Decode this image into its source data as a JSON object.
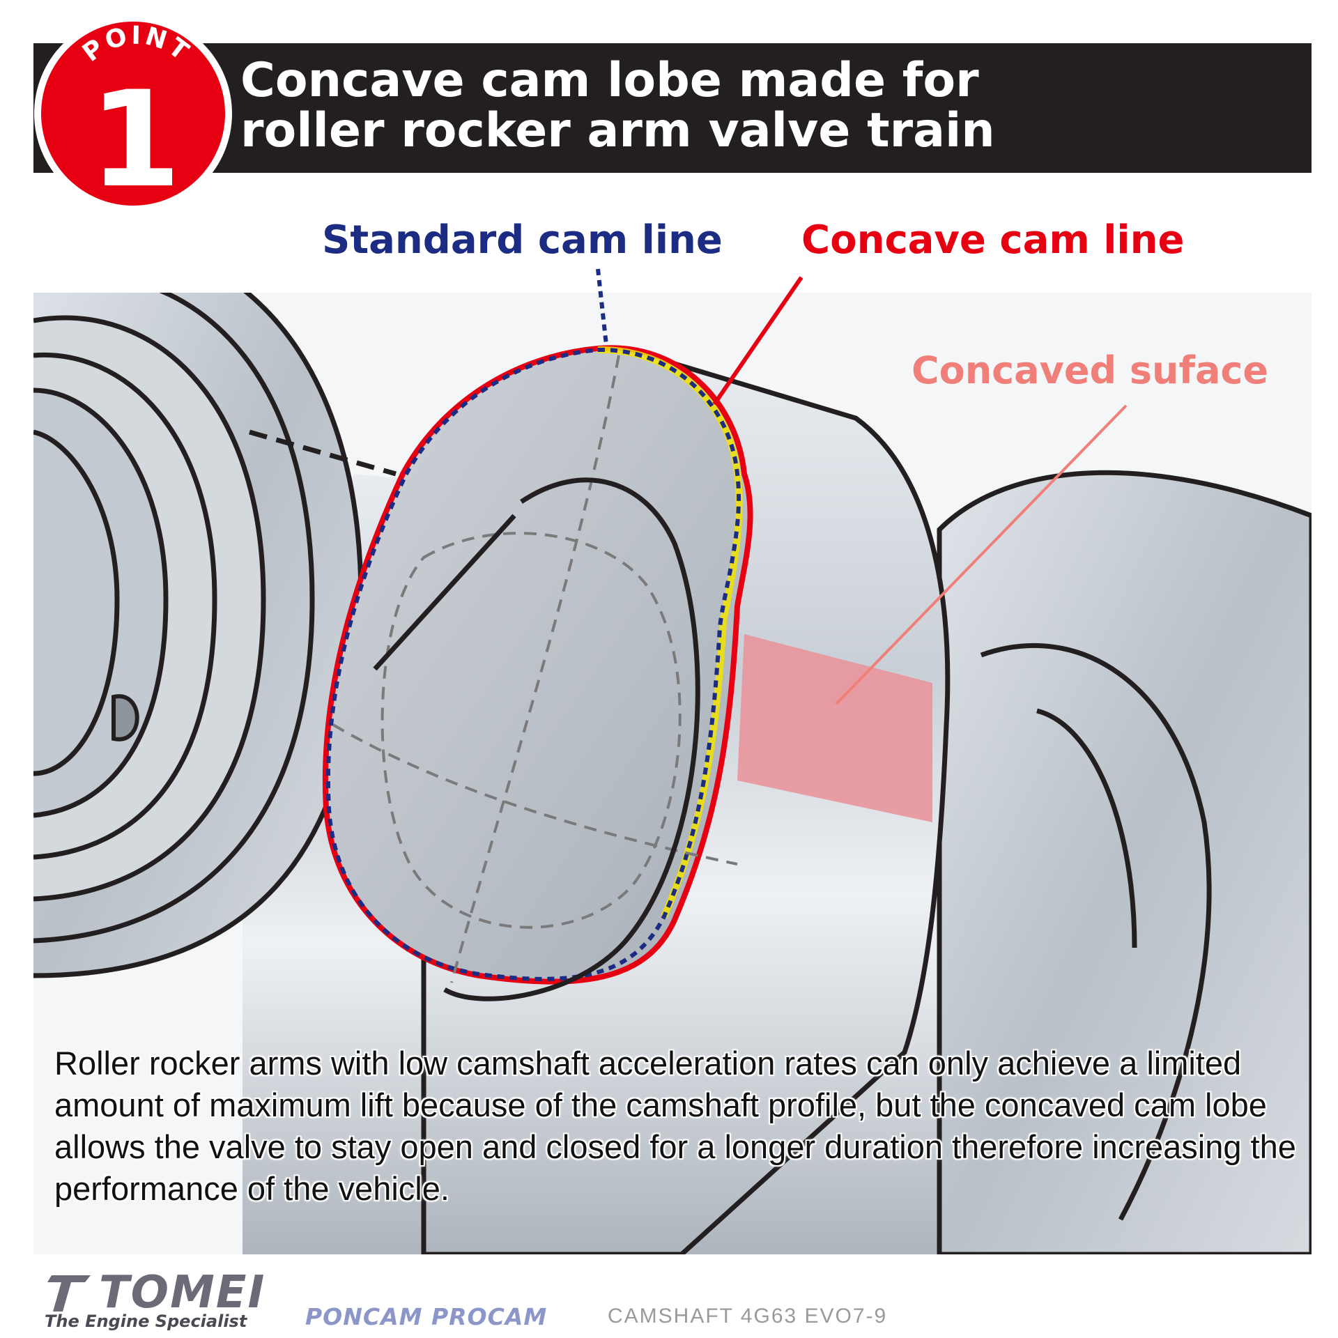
{
  "header": {
    "badge_word": "POINT",
    "badge_number": "1",
    "title": "Concave cam lobe made for\nroller rocker arm valve train"
  },
  "labels": {
    "standard": "Standard cam line",
    "concave": "Concave cam line",
    "surface": "Concaved suface"
  },
  "description": "Roller rocker arms with low camshaft acceleration rates can only achieve a limited amount of maximum lift because of the camshaft profile, but the concaved cam lobe allows the valve to stay open and closed for a longer duration therefore increasing the performance of the vehicle.",
  "footer": {
    "brand": "TOMEI",
    "tagline": "The Engine Specialist",
    "products": "PONCAM PROCAM",
    "model": "CAMSHAFT 4G63 EVO7-9"
  },
  "colors": {
    "badge_red": "#e60012",
    "standard_line": "#1c2c82",
    "concave_line": "#e60012",
    "surface_pink": "#ef7f78",
    "header_bg": "#231f20"
  },
  "icons": {
    "badge": "point-badge-icon",
    "logo": "tomei-logo-icon"
  }
}
